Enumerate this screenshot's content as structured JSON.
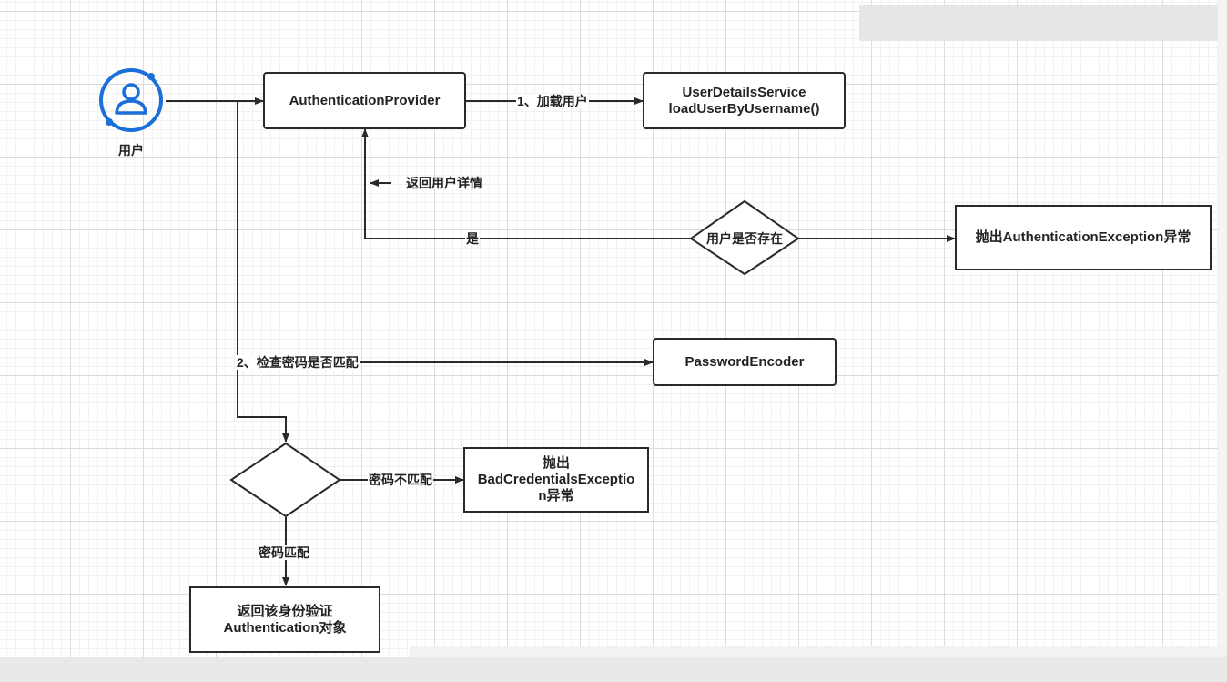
{
  "nodes": {
    "user": {
      "icon": "user-avatar-icon",
      "label": "用户"
    },
    "auth_provider": {
      "label": "AuthenticationProvider"
    },
    "user_details_service": {
      "line1": "UserDetailsService",
      "line2": "loadUserByUsername()"
    },
    "user_exists": {
      "label": "用户是否存在"
    },
    "auth_exception": {
      "label": "抛出AuthenticationException异常"
    },
    "password_encoder": {
      "label": "PasswordEncoder"
    },
    "password_check": {
      "label": ""
    },
    "bad_credentials": {
      "line1": "抛出",
      "line2": "BadCredentialsExceptio",
      "line3": "n异常"
    },
    "return_auth": {
      "line1": "返回该身份验证",
      "line2": "Authentication对象"
    }
  },
  "edges": {
    "load_user": "1、加载用户",
    "return_details": "返回用户详情",
    "yes": "是",
    "check_password": "2、检查密码是否匹配",
    "mismatch": "密码不匹配",
    "match": "密码匹配"
  },
  "colors": {
    "line": "#2a2a2a",
    "user_icon": "#1a6fd8",
    "grid_major": "#dcdcdc",
    "grid_minor": "#f1f1f1"
  }
}
